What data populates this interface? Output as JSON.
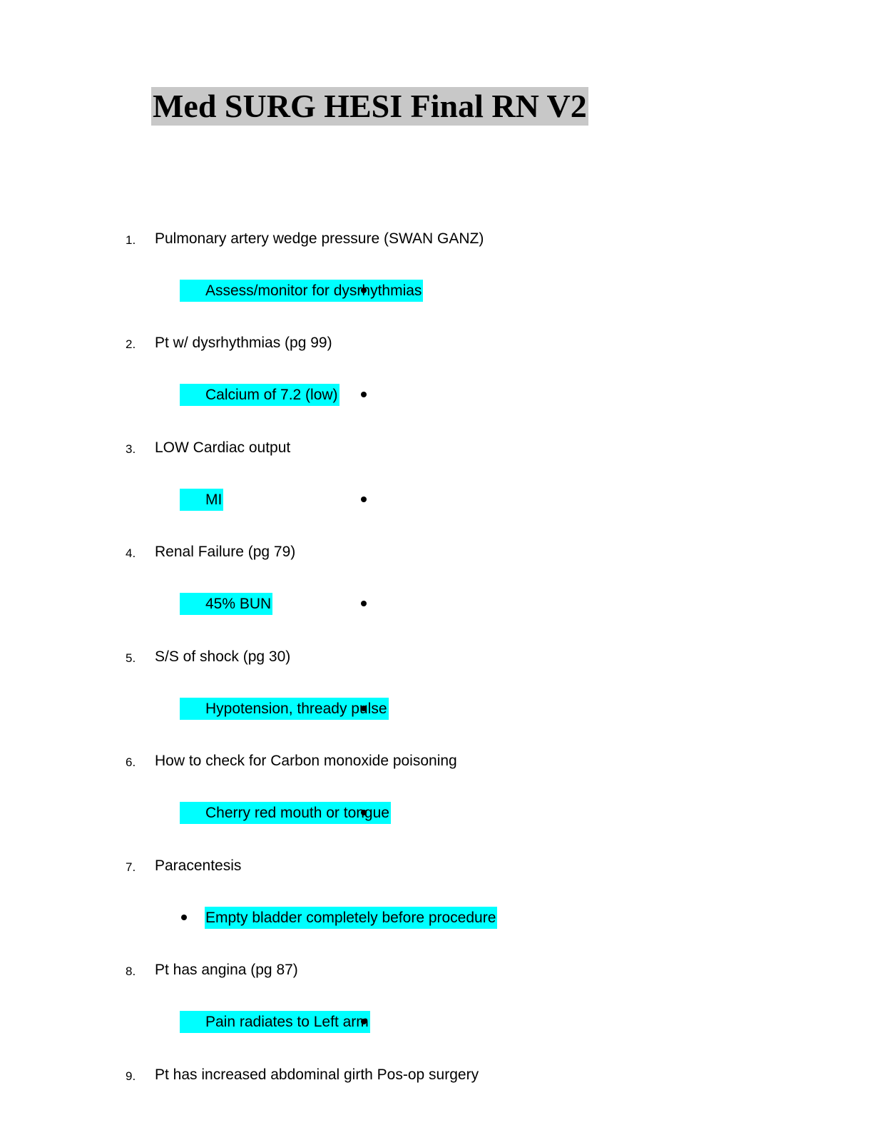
{
  "document": {
    "title": "Med SURG HESI Final RN V2",
    "items": [
      {
        "number": "1.",
        "question": "Pulmonary artery wedge pressure (SWAN GANZ)",
        "answer": "Assess/monitor for dysrhythmias"
      },
      {
        "number": "2.",
        "question": "Pt w/ dysrhythmias (pg 99)",
        "answer": "Calcium of 7.2 (low)"
      },
      {
        "number": "3.",
        "question": "LOW Cardiac output",
        "answer": "MI"
      },
      {
        "number": "4.",
        "question": "Renal Failure (pg 79)",
        "answer": "45% BUN"
      },
      {
        "number": "5.",
        "question": "S/S of shock (pg 30)",
        "answer": "Hypotension, thready pulse"
      },
      {
        "number": "6.",
        "question": "How to check for Carbon monoxide poisoning",
        "answer": "Cherry red mouth or tongue"
      },
      {
        "number": "7.",
        "question": "Paracentesis",
        "answer": "Empty bladder completely before procedure"
      },
      {
        "number": "8.",
        "question": "Pt has angina  (pg 87)",
        "answer": "Pain radiates to Left arm"
      },
      {
        "number": "9.",
        "question": "Pt has increased abdominal girth Pos-op surgery"
      }
    ]
  },
  "colors": {
    "answer_highlight": "#00ffff",
    "title_highlight": "#c8c8c8"
  }
}
